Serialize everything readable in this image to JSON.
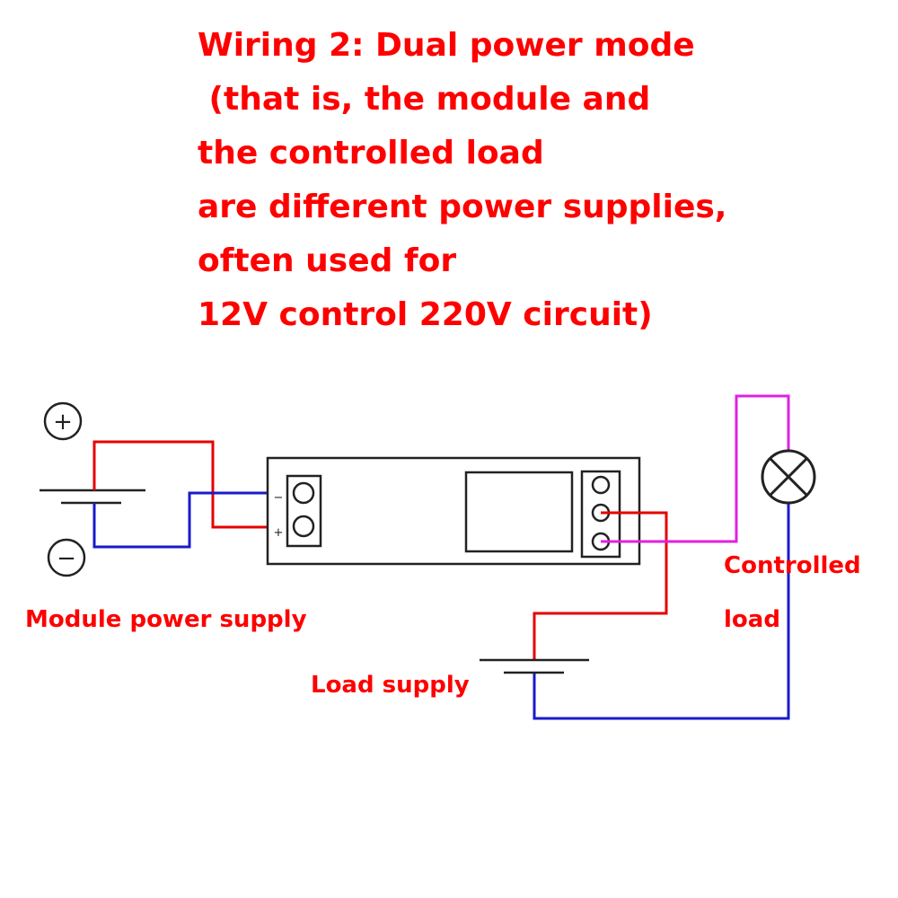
{
  "title": {
    "lines": [
      "Wiring 2: Dual power mode",
      " (that is, the module and",
      "the controlled load",
      "are different power supplies,",
      "often used for",
      "12V control 220V circuit)"
    ]
  },
  "labels": {
    "module_power_supply": "Module power supply",
    "load_supply": "Load supply",
    "controlled_line1": "Controlled",
    "controlled_line2": "load"
  },
  "symbols": {
    "battery_plus": "+",
    "battery_minus": "−",
    "terminal_minus": "−",
    "terminal_plus": "+"
  },
  "colors": {
    "title_text": "#ff0000",
    "wire_positive": "#e60000",
    "wire_negative": "#1a1acc",
    "wire_load": "#e020e0",
    "outline": "#222222"
  }
}
